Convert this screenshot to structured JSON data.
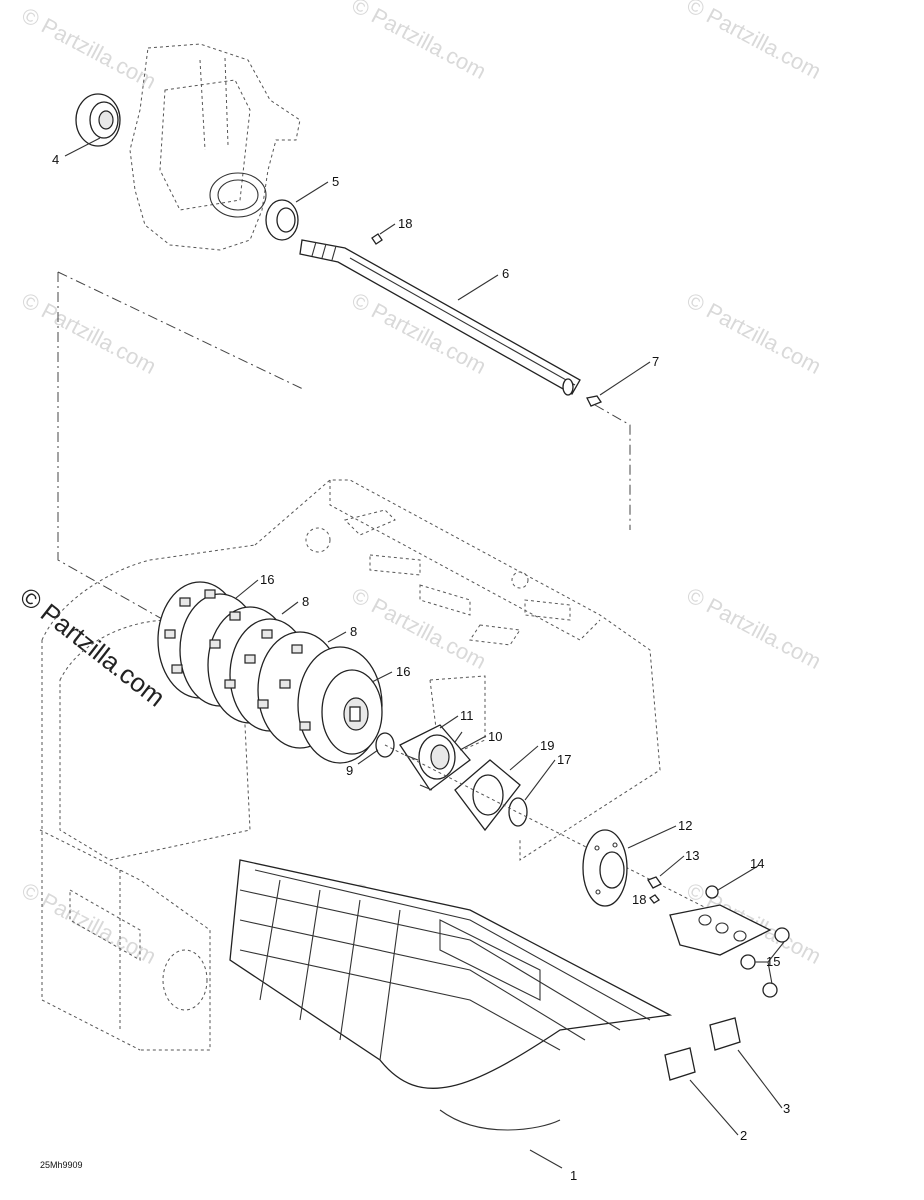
{
  "diagram": {
    "figure_code": "25Mh9909",
    "watermark": "© Partzilla.com",
    "side_watermark": "© Partzilla.com",
    "callouts": [
      {
        "id": "c1",
        "label": "1"
      },
      {
        "id": "c2",
        "label": "2"
      },
      {
        "id": "c3",
        "label": "3"
      },
      {
        "id": "c4",
        "label": "4"
      },
      {
        "id": "c5",
        "label": "5"
      },
      {
        "id": "c6",
        "label": "6"
      },
      {
        "id": "c7",
        "label": "7"
      },
      {
        "id": "c8a",
        "label": "8"
      },
      {
        "id": "c8b",
        "label": "8"
      },
      {
        "id": "c9",
        "label": "9"
      },
      {
        "id": "c10",
        "label": "10"
      },
      {
        "id": "c11",
        "label": "11"
      },
      {
        "id": "c12",
        "label": "12"
      },
      {
        "id": "c13",
        "label": "13"
      },
      {
        "id": "c14",
        "label": "14"
      },
      {
        "id": "c15",
        "label": "15"
      },
      {
        "id": "c16a",
        "label": "16"
      },
      {
        "id": "c16b",
        "label": "16"
      },
      {
        "id": "c17",
        "label": "17"
      },
      {
        "id": "c18a",
        "label": "18"
      },
      {
        "id": "c18b",
        "label": "18"
      },
      {
        "id": "c19",
        "label": "19"
      }
    ]
  }
}
